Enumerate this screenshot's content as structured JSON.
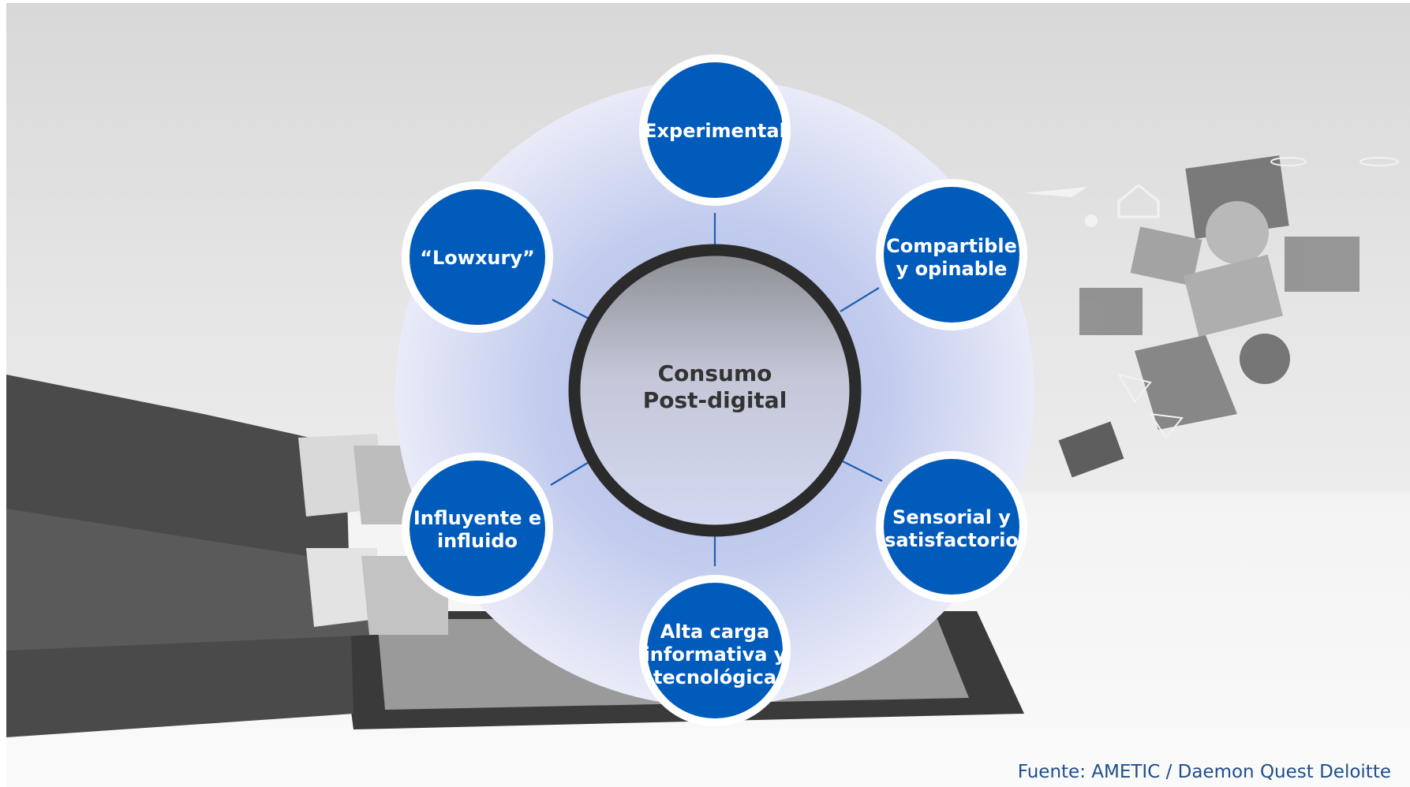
{
  "diagram": {
    "center": {
      "lines": [
        "Consumo",
        "Post-digital"
      ]
    },
    "nodes": [
      {
        "id": "experimental",
        "lines": [
          "Experimental"
        ]
      },
      {
        "id": "compartible",
        "lines": [
          "Compartible",
          "y opinable"
        ]
      },
      {
        "id": "sensorial",
        "lines": [
          "Sensorial y",
          "satisfactorio"
        ]
      },
      {
        "id": "alta-carga",
        "lines": [
          "Alta carga",
          "informativa y",
          "tecnológica"
        ]
      },
      {
        "id": "influyente",
        "lines": [
          "Influyente e",
          "influido"
        ]
      },
      {
        "id": "lowxury",
        "lines": [
          "“Lowxury”"
        ]
      }
    ]
  },
  "source": "Fuente: AMETIC / Daemon Quest Deloitte",
  "colors": {
    "node_fill": "#005bbb",
    "node_ring": "#ffffff",
    "connector": "#1f5fb0",
    "center_border": "#2b2b2b",
    "outer_disc": "#c4cdee",
    "source_text": "#1f4e8c"
  },
  "background": {
    "icons": [
      "airplane-icon",
      "house-icon",
      "person-icon",
      "photo-icon",
      "cd-icon",
      "envelope-icon",
      "book-icon",
      "gift-icon"
    ]
  }
}
